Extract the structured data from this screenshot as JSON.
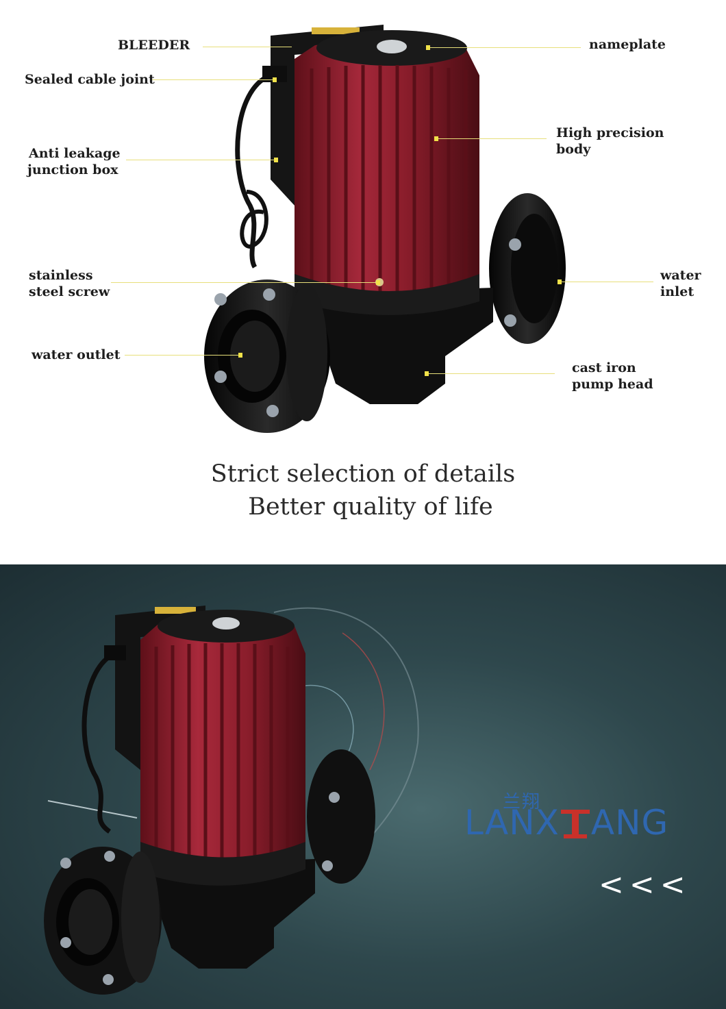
{
  "labels": {
    "bleeder": "BLEEDER",
    "nameplate": "nameplate",
    "sealed_cable_joint": "Sealed cable joint",
    "anti_leakage_1": "Anti leakage",
    "anti_leakage_2": "junction box",
    "high_precision_1": "High precision",
    "high_precision_2": "body",
    "stainless_1": "stainless",
    "stainless_2": "steel screw",
    "water_inlet_1": "water",
    "water_inlet_2": "inlet",
    "water_outlet": "water outlet",
    "cast_iron_1": "cast iron",
    "cast_iron_2": "pump head"
  },
  "slogan": {
    "line1": "Strict selection of details",
    "line2": "Better quality of life"
  },
  "brand": {
    "chinese": "兰翔",
    "left": "LANX",
    "right": "ANG",
    "color": "#2f67b0",
    "accent": "#c9312a"
  },
  "arrows": "<<<",
  "colors": {
    "pump_red": "#8e1f2c",
    "pump_black": "#141414",
    "leader": "#e7df7a"
  }
}
